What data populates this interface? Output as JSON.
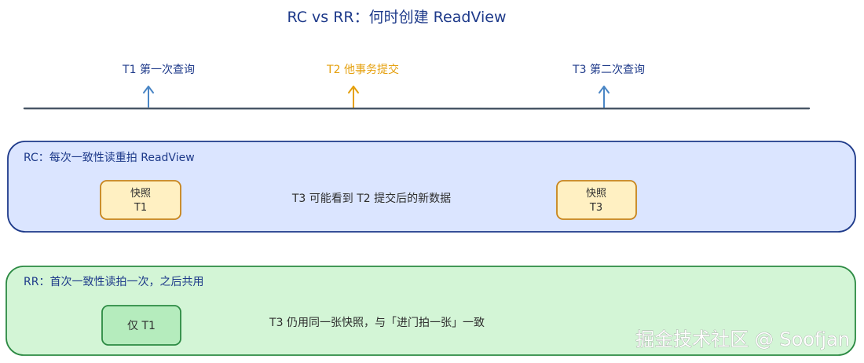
{
  "title": "RC vs RR：何时创建 ReadView",
  "timeline": {
    "t1": "T1 第一次查询",
    "t2": "T2 他事务提交",
    "t3": "T3 第二次查询"
  },
  "rc": {
    "label": "RC：每次一致性读重拍 ReadView",
    "snapshot_t1": [
      "快照",
      "T1"
    ],
    "snapshot_t3": [
      "快照",
      "T3"
    ],
    "note": "T3 可能看到 T2 提交后的新数据"
  },
  "rr": {
    "label": "RR：首次一致性读拍一次，之后共用",
    "snapshot": "仅 T1",
    "note": "T3 仍用同一张快照，与「进门拍一张」一致"
  },
  "watermark": "掘金技术社区 @ Soofjan",
  "colors": {
    "title": "#1e3a8a",
    "timeline_line": "#495767",
    "arrow_blue": "#4a86c5",
    "arrow_orange": "#e5a00d",
    "rc_fill": "#dbe5ff",
    "rc_stroke": "#1e3a8a",
    "snapshot_fill": "#fff0c2",
    "snapshot_stroke": "#c7841b",
    "rr_fill": "#d3f5d6",
    "rr_stroke": "#2c8a43",
    "rr_snapshot_fill": "#b5ecbd",
    "text_dark": "#2e2e2e"
  }
}
